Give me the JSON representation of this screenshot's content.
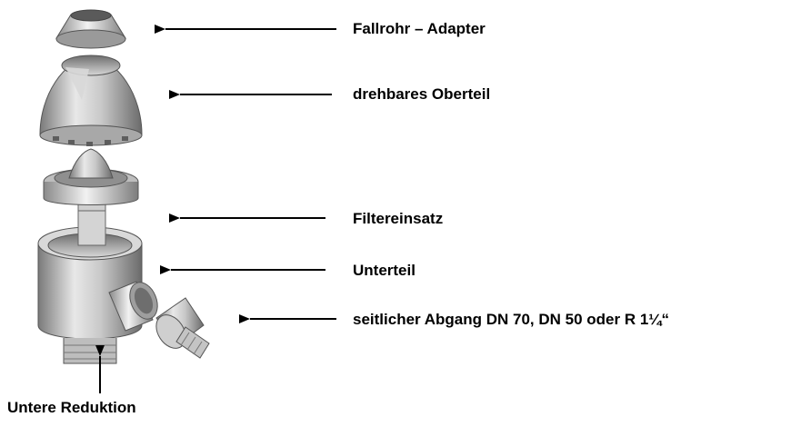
{
  "labels": {
    "fallrohr_adapter": "Fallrohr – Adapter",
    "drehbares_oberteil": "drehbares Oberteil",
    "filtereinsatz": "Filtereinsatz",
    "unterteil": "Unterteil",
    "seitlicher_abgang": "seitlicher Abgang DN 70, DN 50 oder R 1¼“",
    "untere_reduktion": "Untere Reduktion"
  },
  "colors": {
    "line": "#000000",
    "metal_dark": "#6f6f6f",
    "metal_mid": "#b9b9b9",
    "metal_light": "#ececec"
  }
}
